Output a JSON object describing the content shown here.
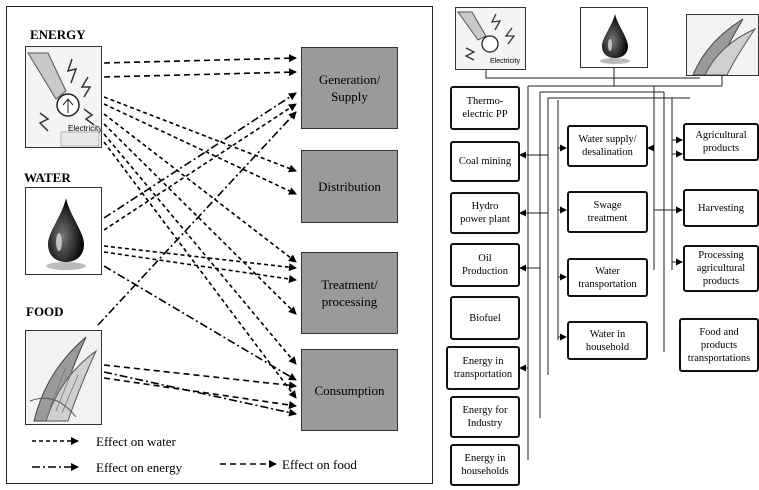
{
  "left_panel": {
    "sources": {
      "energy": "ENERGY",
      "water": "WATER",
      "food": "FOOD"
    },
    "energy_icon_caption": "Electricity",
    "stages": {
      "generation": [
        "Generation/",
        "Supply"
      ],
      "distribution": "Distribution",
      "treatment": [
        "Treatment/",
        "processing"
      ],
      "consumption": "Consumption"
    },
    "legend": {
      "water": "Effect on water",
      "energy": "Effect on energy",
      "food": "Effect on food"
    }
  },
  "right_panel": {
    "energy_icon_caption": "Electricity",
    "energy_column": [
      [
        "Thermo-",
        "electric PP"
      ],
      [
        "Coal mining"
      ],
      [
        "Hydro",
        "power plant"
      ],
      [
        "Oil",
        "Production"
      ],
      [
        "Biofuel"
      ],
      [
        "Energy in",
        "transportation"
      ],
      [
        "Energy for",
        "Industry"
      ],
      [
        "Energy in",
        "households"
      ]
    ],
    "water_column": [
      [
        "Water supply/",
        "desalination"
      ],
      [
        "Swage",
        "treatment"
      ],
      [
        "Water",
        "transportation"
      ],
      [
        "Water in",
        "household"
      ]
    ],
    "food_column": [
      [
        "Agricultural",
        "products"
      ],
      [
        "Harvesting"
      ],
      [
        "Processing",
        "agricultural",
        "products"
      ],
      [
        "Food and",
        "products",
        "transportations"
      ]
    ]
  }
}
